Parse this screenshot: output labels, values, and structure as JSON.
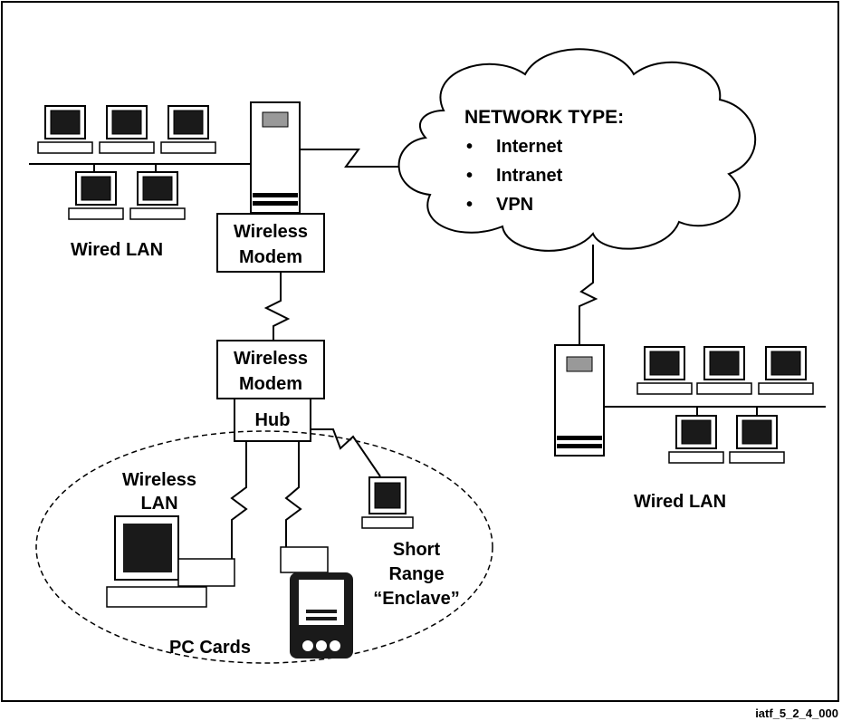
{
  "network_cloud": {
    "title": "NETWORK TYPE:",
    "items": [
      {
        "bullet": "•",
        "label": "Internet"
      },
      {
        "bullet": "•",
        "label": "Intranet"
      },
      {
        "bullet": "•",
        "label": "VPN"
      }
    ]
  },
  "left_lan": {
    "label": "Wired LAN"
  },
  "right_lan": {
    "label": "Wired LAN"
  },
  "modem_top": {
    "line1": "Wireless",
    "line2": "Modem"
  },
  "modem_bottom": {
    "line1": "Wireless",
    "line2": "Modem"
  },
  "hub": {
    "label": "Hub"
  },
  "wireless_lan": {
    "line1": "Wireless",
    "line2": "LAN"
  },
  "pc_cards": {
    "label": "PC Cards"
  },
  "enclave": {
    "line1": "Short",
    "line2": "Range",
    "line3": "“Enclave”"
  },
  "figure_id": "iatf_5_2_4_000"
}
